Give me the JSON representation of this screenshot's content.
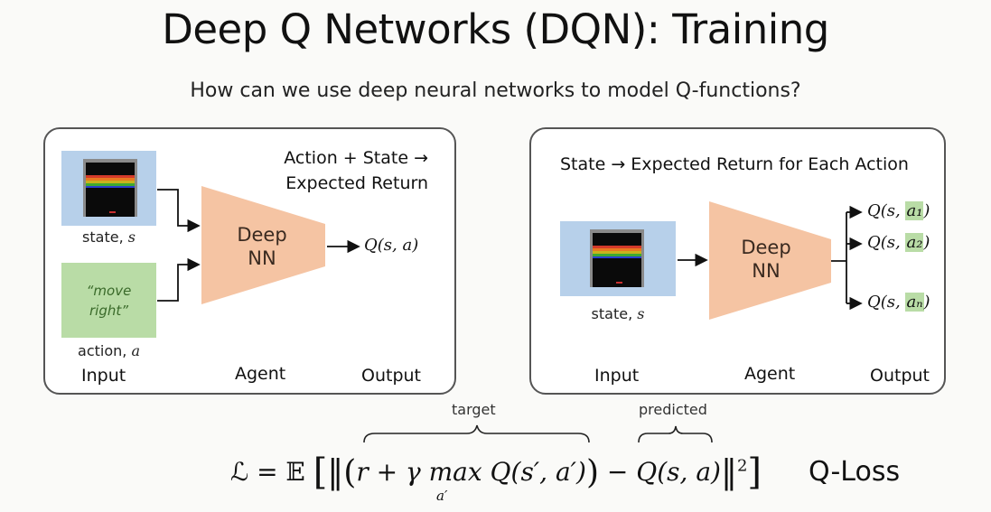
{
  "title": "Deep Q Networks (DQN): Training",
  "subtitle": "How can we use deep neural networks to model Q-functions?",
  "left_panel": {
    "heading_line1": "Action + State →",
    "heading_line2": "Expected Return",
    "state_label": "state, ",
    "state_var": "s",
    "action_text_line1": "“move",
    "action_text_line2": "right”",
    "action_label": "action, ",
    "action_var": "a",
    "nn_line1": "Deep",
    "nn_line2": "NN",
    "output": "Q(s, a)",
    "footer": {
      "input": "Input",
      "agent": "Agent",
      "output": "Output"
    }
  },
  "right_panel": {
    "heading": "State → Expected Return for Each Action",
    "state_label": "state, ",
    "state_var": "s",
    "nn_line1": "Deep",
    "nn_line2": "NN",
    "outputs": [
      {
        "prefix": "Q(s, ",
        "action": "a₁",
        "suffix": ")"
      },
      {
        "prefix": "Q(s, ",
        "action": "a₂",
        "suffix": ")"
      },
      {
        "prefix": "Q(s, ",
        "action": "aₙ",
        "suffix": ")"
      }
    ],
    "footer": {
      "input": "Input",
      "agent": "Agent",
      "output": "Output"
    }
  },
  "loss": {
    "target_label": "target",
    "predicted_label": "predicted",
    "lhs": "ℒ = 𝔼",
    "target_expr": "r + γ max Q(s′, a′)",
    "max_sub": "a′",
    "predicted_expr": "Q(s, a)",
    "exponent": "2",
    "name": "Q-Loss"
  },
  "colors": {
    "state_box": "#b7d0ea",
    "action_box": "#b9dca6",
    "network": "#f5c4a3",
    "breakout_bands": [
      "#d43a2a",
      "#e87a20",
      "#c9b21e",
      "#3faa2f",
      "#2a3fd0"
    ]
  }
}
